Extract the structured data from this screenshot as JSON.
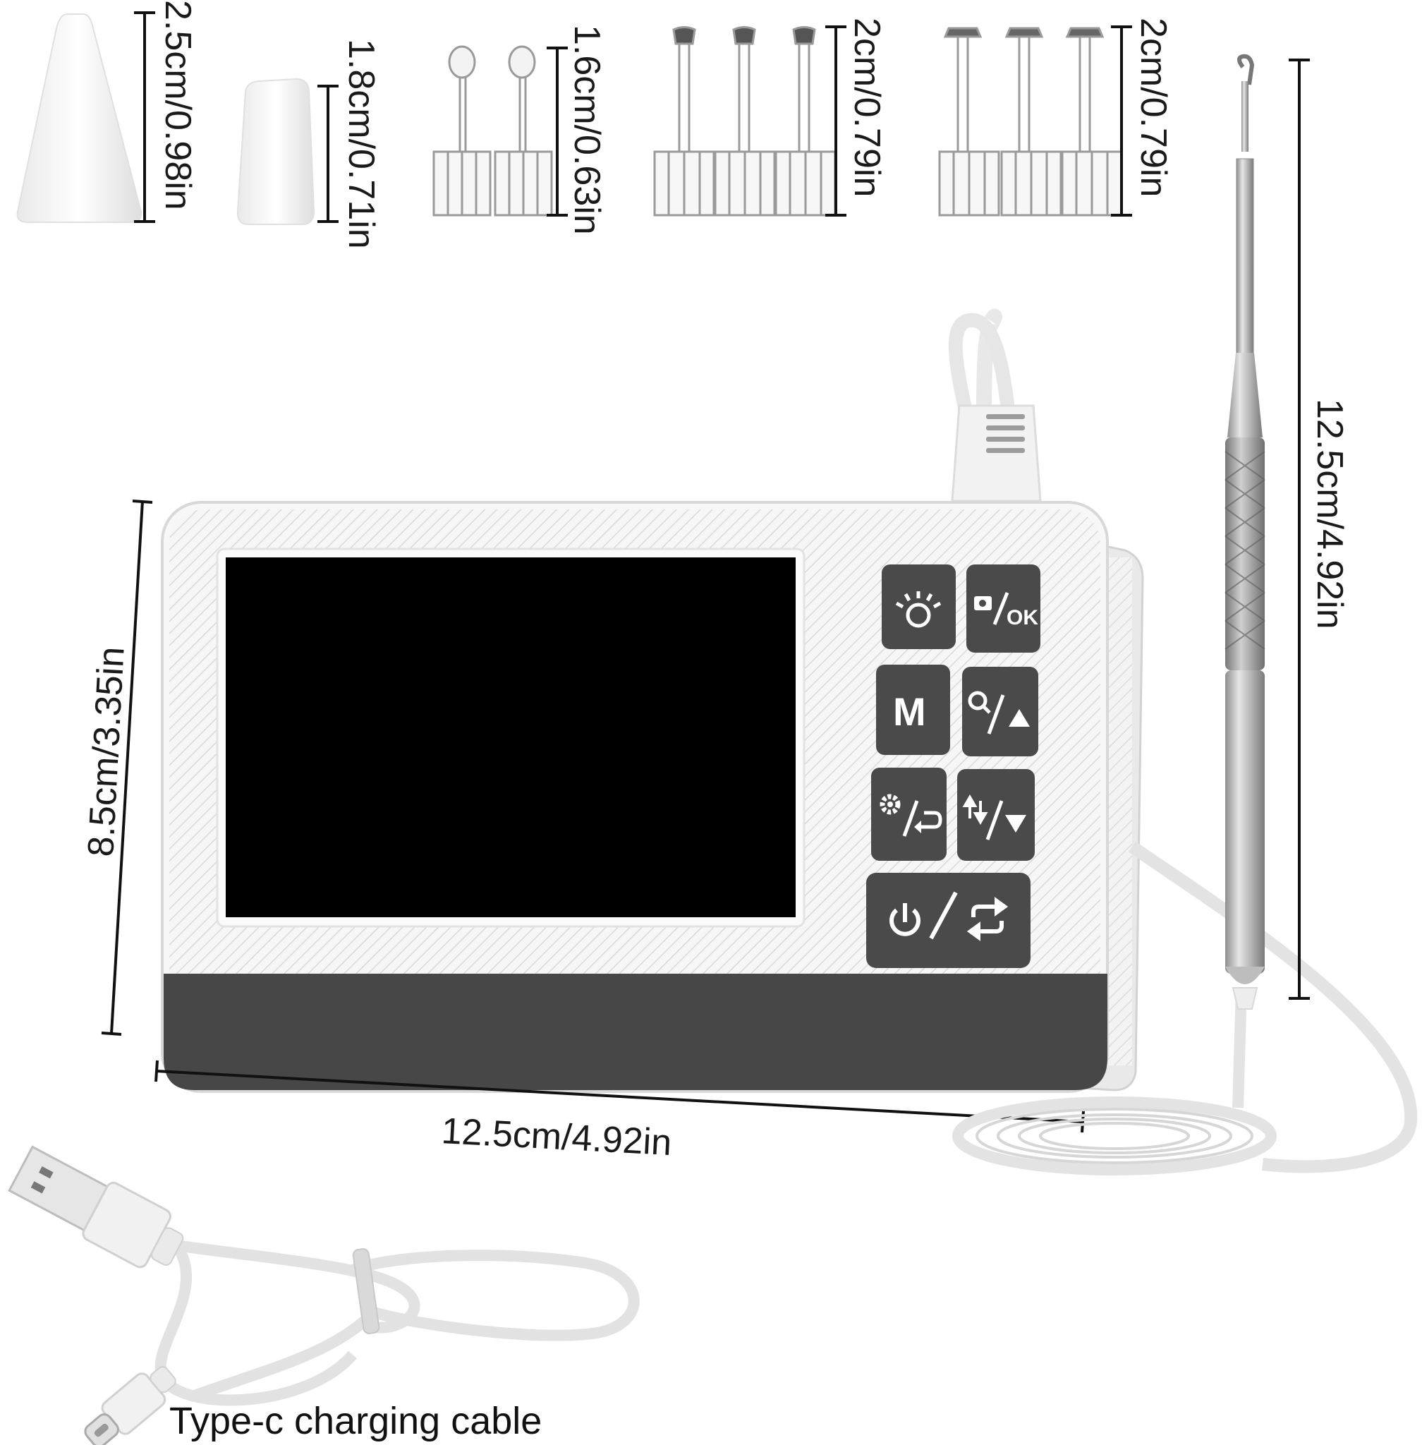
{
  "accessories": {
    "tip_large_cone": {
      "dimension": "2.5cm/0.98in"
    },
    "tip_small_cone": {
      "dimension": "1.8cm/0.71in"
    },
    "tip_spoon": {
      "dimension": "1.6cm/0.63in"
    },
    "tip_scoop": {
      "dimension": "2cm/0.79in"
    },
    "tip_hook": {
      "dimension": "2cm/0.79in"
    }
  },
  "device": {
    "height_dimension": "8.5cm/3.35in",
    "width_dimension": "12.5cm/4.92in",
    "buttons": {
      "light": {
        "icon": "light-icon"
      },
      "capture_ok": {
        "icon": "camera-ok-icon",
        "label": "OK"
      },
      "mode": {
        "label": "M"
      },
      "zoom_up": {
        "icon": "zoom-up-icon"
      },
      "settings_back": {
        "icon": "gear-back-icon"
      },
      "flip_down": {
        "icon": "flip-down-icon"
      },
      "power_switch": {
        "icon": "power-switch-icon"
      }
    }
  },
  "probe": {
    "length_dimension": "12.5cm/4.92in"
  },
  "cable": {
    "caption": "Type-c charging cable"
  },
  "colors": {
    "device_body": "#f4f4f4",
    "button": "#4a4a4a",
    "screen": "#000000",
    "bottom_band": "#474747"
  }
}
